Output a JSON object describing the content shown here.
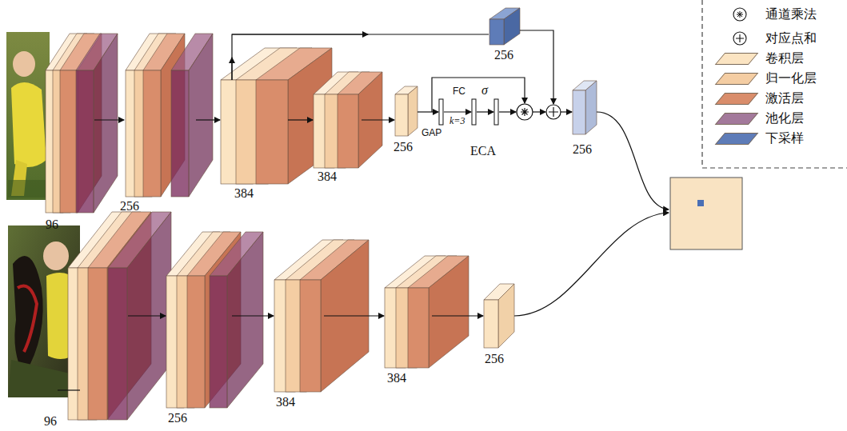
{
  "diagram": {
    "labels": [
      "96",
      "256",
      "384",
      "384",
      "256",
      "256",
      "GAP",
      "FC",
      "k=3",
      "σ",
      "ECA",
      "256",
      "96",
      "256",
      "384",
      "384",
      "256"
    ],
    "legend": [
      {
        "text": "通道乘法"
      },
      {
        "text": "对应点和"
      },
      {
        "text": "卷积层",
        "color": "#fbe4c2"
      },
      {
        "text": "归一化层",
        "color": "#f4cda3"
      },
      {
        "text": "激活层",
        "color": "#d98d6b"
      },
      {
        "text": "池化层",
        "color": "#a3799b"
      },
      {
        "text": "下采样",
        "color": "#5e7cb8"
      }
    ]
  }
}
